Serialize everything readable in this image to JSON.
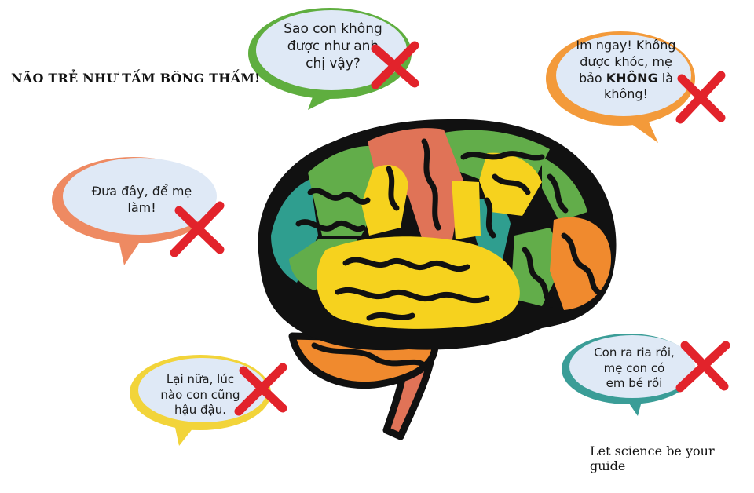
{
  "headline": "NÃO TRẺ NHƯ TẤM BÔNG THẤM!",
  "tagline": "Let science be your guide",
  "colors": {
    "brain_outline": "#111111",
    "brain_orange": "#f08a2e",
    "brain_salmon": "#e07357",
    "brain_yellow": "#f6d21e",
    "brain_green": "#62ad4a",
    "brain_teal": "#2f9e8f",
    "bubble_fill": "#dfe9f6",
    "bubble_green": "#5fae3f",
    "bubble_orange": "#f39a3a",
    "bubble_salmon": "#ee8a62",
    "bubble_yellow": "#f2d43a",
    "bubble_teal": "#3a9d97",
    "cross": "#e2232b"
  },
  "bubbles": {
    "top": {
      "line1": "Sao con không",
      "line2": "được như anh",
      "line3": "chị vậy?"
    },
    "top_right": {
      "line1": "Im ngay! Không",
      "line2": "được khóc, mẹ",
      "line3_pre": "bảo ",
      "line3_bold": "KHÔNG",
      "line3_post": " là",
      "line4": "không!"
    },
    "left": {
      "line1": "Đưa đây, để mẹ",
      "line2": "làm!"
    },
    "bottom_left": {
      "line1": "Lại nữa, lúc",
      "line2": "nào con cũng",
      "line3": "hậu đậu."
    },
    "bottom_right": {
      "line1": "Con ra ria rồi,",
      "line2": "mẹ con có",
      "line3": "em bé rồi"
    }
  },
  "icons": {
    "cross": "cross-icon",
    "brain": "brain-illustration",
    "bubble": "speech-bubble"
  }
}
